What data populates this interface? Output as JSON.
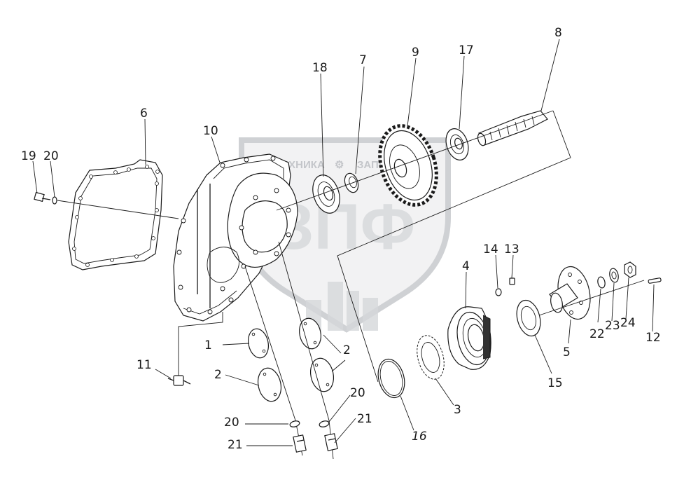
{
  "watermark": {
    "text_left": "ТЕХНИКА",
    "text_right": "ЗАПЧАСТИ",
    "logo": "ЗПФ"
  },
  "callouts": [
    {
      "id": "c19a",
      "label": "19"
    },
    {
      "id": "c20a",
      "label": "20"
    },
    {
      "id": "c6",
      "label": "6"
    },
    {
      "id": "c10",
      "label": "10"
    },
    {
      "id": "c18",
      "label": "18"
    },
    {
      "id": "c7",
      "label": "7"
    },
    {
      "id": "c9",
      "label": "9"
    },
    {
      "id": "c17",
      "label": "17"
    },
    {
      "id": "c8",
      "label": "8"
    },
    {
      "id": "c14",
      "label": "14"
    },
    {
      "id": "c13",
      "label": "13"
    },
    {
      "id": "c4",
      "label": "4"
    },
    {
      "id": "c1",
      "label": "1"
    },
    {
      "id": "c2a",
      "label": "2"
    },
    {
      "id": "c2b",
      "label": "2"
    },
    {
      "id": "c11",
      "label": "11"
    },
    {
      "id": "c20b",
      "label": "20"
    },
    {
      "id": "c21a",
      "label": "21"
    },
    {
      "id": "c20c",
      "label": "20"
    },
    {
      "id": "c21b",
      "label": "21"
    },
    {
      "id": "c16",
      "label": "16"
    },
    {
      "id": "c3",
      "label": "3"
    },
    {
      "id": "c15",
      "label": "15"
    },
    {
      "id": "c5",
      "label": "5"
    },
    {
      "id": "c22",
      "label": "22"
    },
    {
      "id": "c23",
      "label": "23"
    },
    {
      "id": "c24",
      "label": "24"
    },
    {
      "id": "c12",
      "label": "12"
    }
  ]
}
